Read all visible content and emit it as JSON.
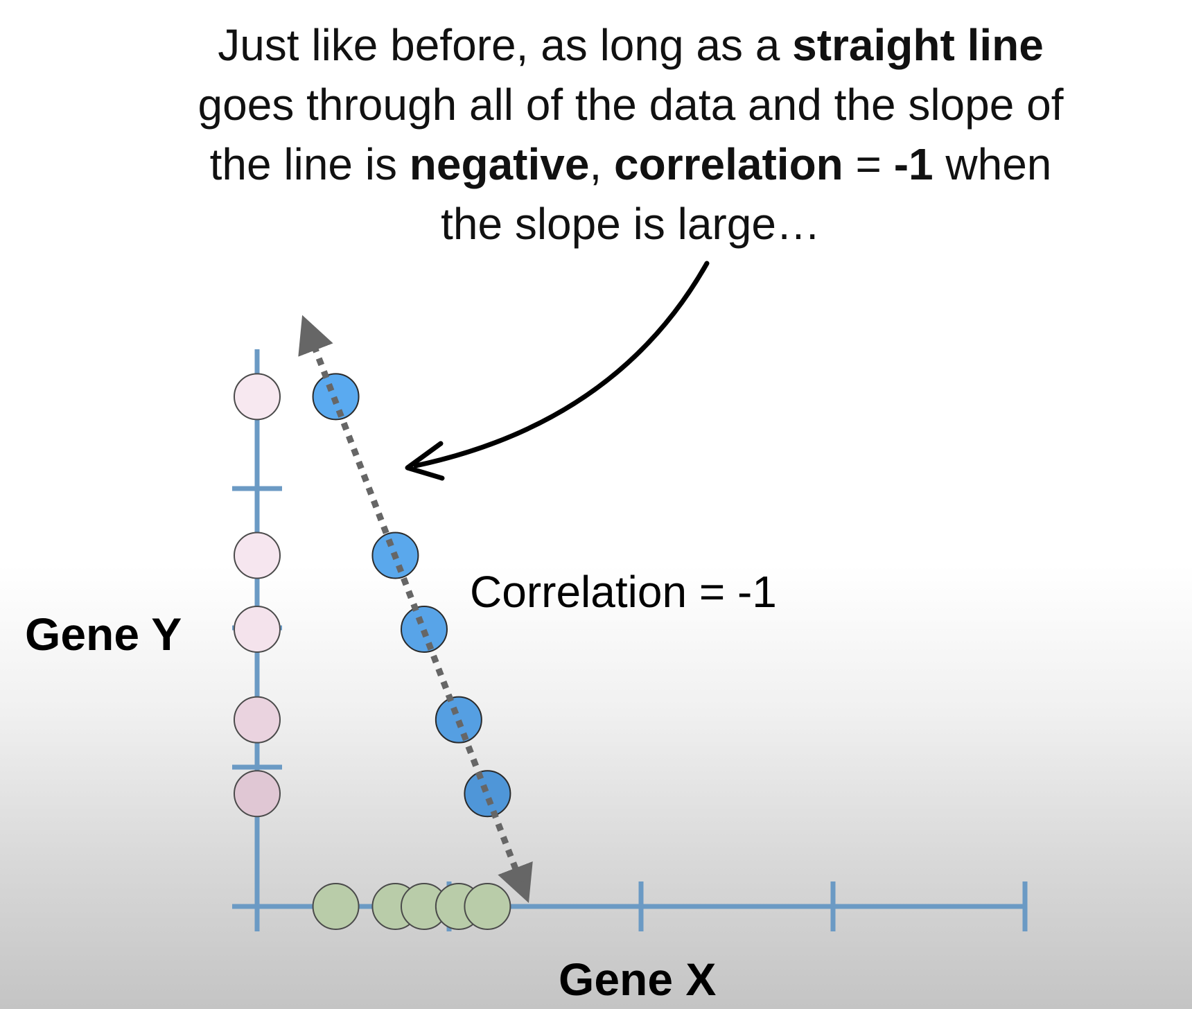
{
  "annotation": {
    "line1_a": "Just like before, as long as a ",
    "line1_b": "straight line",
    "line2": "goes through all of the data and the slope of",
    "line3_a": "the line is ",
    "line3_b": "negative",
    "line3_c": ", ",
    "line3_d": "correlation",
    "line3_e": " = ",
    "line3_f": "-1",
    "line3_g": " when",
    "line4": "the slope is large…"
  },
  "colors": {
    "axis": "#6b9ac4",
    "point_blue": "#5aa6e6",
    "point_pink": "#f5e3ec",
    "point_green": "#b9cca9",
    "trend_line": "#666666",
    "arrow": "#000000"
  },
  "chart_data": {
    "type": "scatter",
    "xlabel": "Gene X",
    "ylabel": "Gene Y",
    "xlim": [
      0,
      4
    ],
    "ylim": [
      0,
      4
    ],
    "x_ticks": [
      0,
      1,
      2,
      3,
      4
    ],
    "y_ticks": [
      0,
      1,
      2,
      3
    ],
    "annotation_label": "Correlation = -1",
    "points": [
      {
        "x": 0.41,
        "y": 3.66
      },
      {
        "x": 0.72,
        "y": 2.52
      },
      {
        "x": 0.87,
        "y": 1.99
      },
      {
        "x": 1.05,
        "y": 1.34
      },
      {
        "x": 1.2,
        "y": 0.81
      }
    ],
    "trend_line": {
      "x": [
        0.27,
        1.38
      ],
      "y": [
        4.12,
        0.15
      ]
    },
    "x_projection": [
      0.41,
      0.72,
      0.87,
      1.05,
      1.2
    ],
    "y_projection": [
      3.66,
      2.52,
      1.99,
      1.34,
      0.81
    ]
  }
}
